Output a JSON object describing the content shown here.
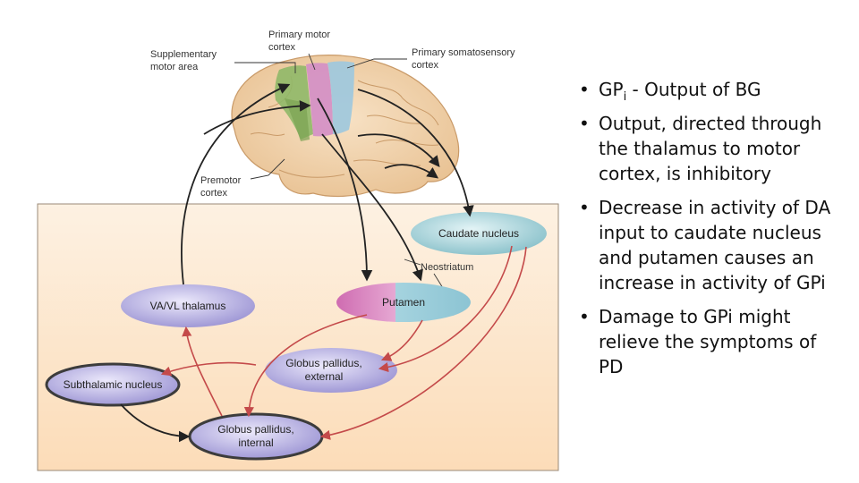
{
  "diagram": {
    "labels": {
      "supplementary": [
        "Supplementary",
        "motor area"
      ],
      "primary_motor": [
        "Primary motor",
        "cortex"
      ],
      "primary_somatosensory": [
        "Primary somatosensory",
        "cortex"
      ],
      "premotor": [
        "Premotor",
        "cortex"
      ],
      "neostriatum": "Neostriatum"
    },
    "nodes": {
      "caudate": "Caudate nucleus",
      "putamen": "Putamen",
      "thalamus": "VA/VL thalamus",
      "gp_external": [
        "Globus pallidus,",
        "external"
      ],
      "subthalamic": "Subthalamic nucleus",
      "gp_internal": [
        "Globus pallidus,",
        "internal"
      ]
    },
    "colors": {
      "panel": "#fde7cd",
      "node_purple": "#9a93d4",
      "caudate_blue": "#8cc6cf",
      "putamen_pink": "#d27ab8",
      "putamen_blue": "#9fcfdc",
      "excitatory_arrow": "#222222",
      "inhibitory_arrow": "#c44a4a"
    }
  },
  "bullets": [
    {
      "text": "GP",
      "sub": "i",
      "after": " - Output of BG"
    },
    {
      "text": "Output, directed through the thalamus to motor cortex, is inhibitory"
    },
    {
      "text": "Decrease in activity of DA input to caudate nucleus and putamen causes an increase in activity of GPi"
    },
    {
      "text": "Damage to GPi might relieve the symptoms of PD"
    }
  ]
}
